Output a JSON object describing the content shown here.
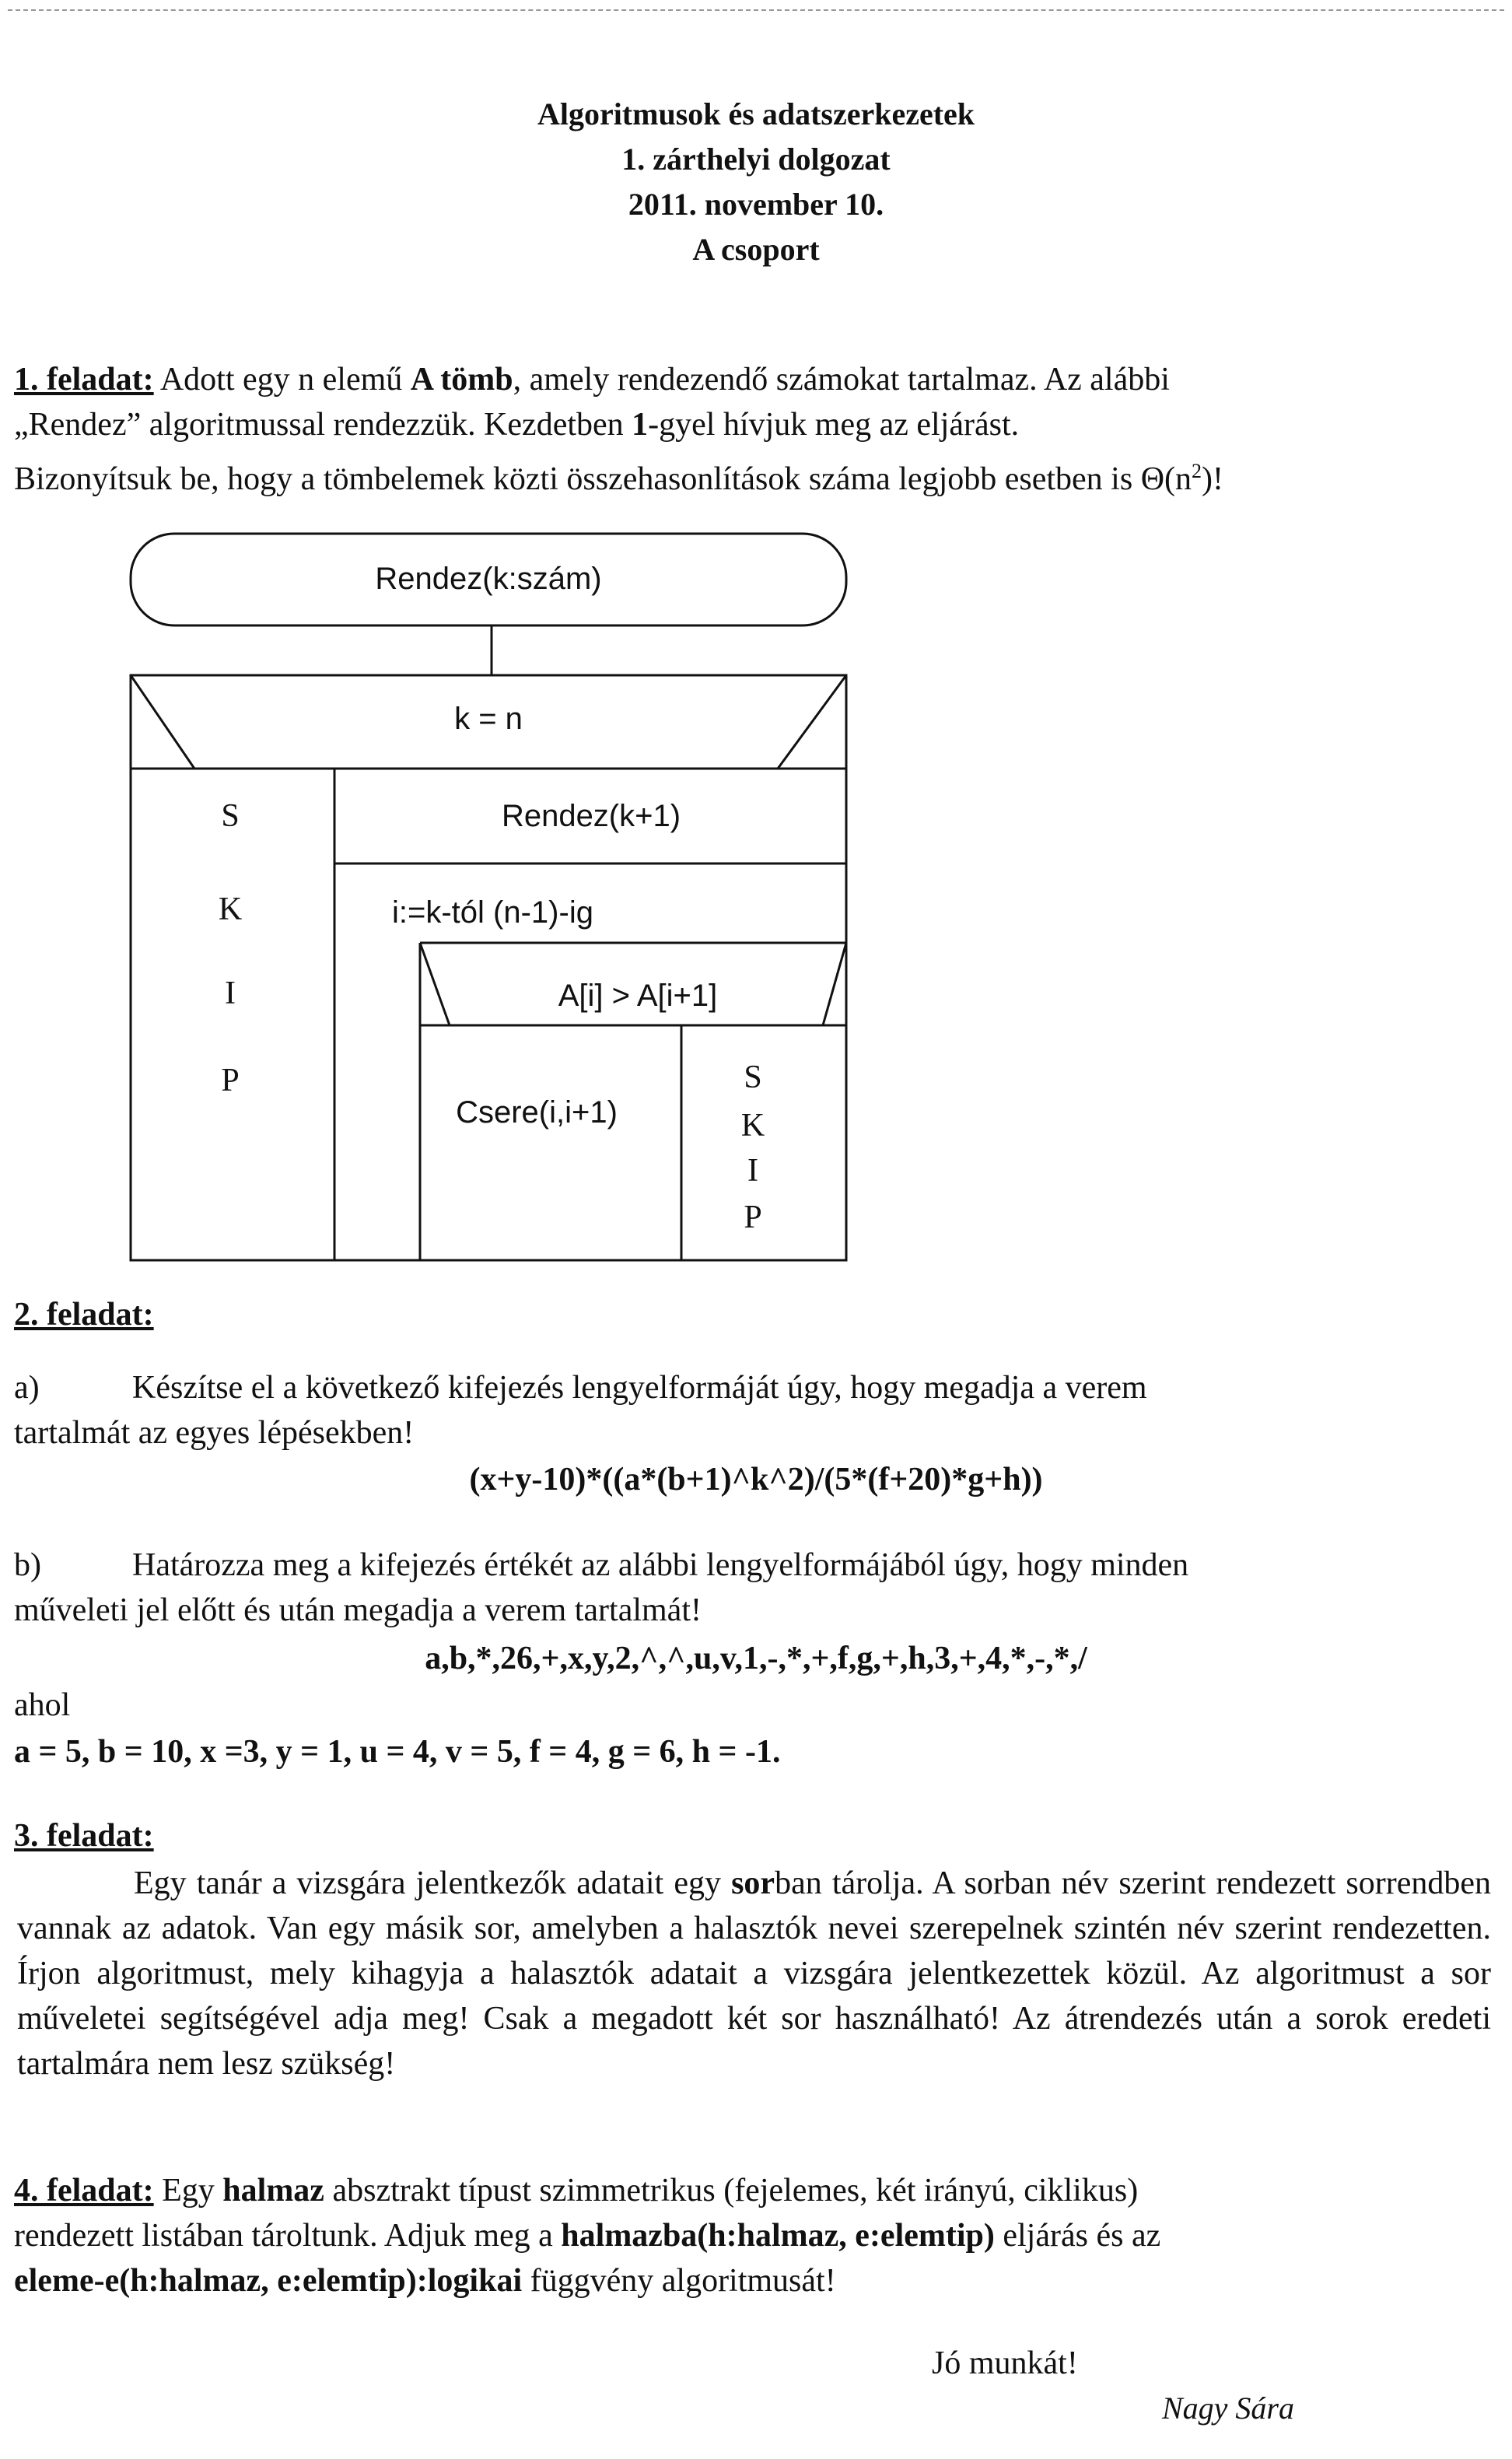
{
  "header": {
    "line1": "Algoritmusok és adatszerkezetek",
    "line2": "1. zárthelyi dolgozat",
    "line3": "2011. november 10.",
    "line4": "A csoport"
  },
  "task1": {
    "label": "1. feladat:",
    "l1_a": "Adott egy n elemű ",
    "l1_b": "A tömb",
    "l1_c": ", amely rendezendő számokat tartalmaz. Az alábbi",
    "l2_a": "„Rendez” algoritmussal rendezzük. Kezdetben ",
    "l2_b": "1",
    "l2_c": "-gyel hívjuk meg az eljárást.",
    "l3": "Bizonyítsuk be, hogy a tömbelemek közti összehasonlítások száma legjobb esetben is Θ(n",
    "l3_sup": "2",
    "l3_end": ")!"
  },
  "diagram": {
    "proc": "Rendez(k:szám)",
    "cond1": "k = n",
    "skip_s": "S",
    "skip_k": "K",
    "skip_i": "I",
    "skip_p": "P",
    "call": "Rendez(k+1)",
    "loop": "i:=k-tól (n-1)-ig",
    "cond2": "A[i] > A[i+1]",
    "swap": "Csere(i,i+1)",
    "skip2_s": "S",
    "skip2_k": "K",
    "skip2_i": "I",
    "skip2_p": "P"
  },
  "task2": {
    "label": "2. feladat:",
    "a_label": "a)",
    "a_l1": "Készítse el a következő kifejezés lengyelformáját úgy, hogy megadja a verem",
    "a_l2": "tartalmát az egyes lépésekben!",
    "a_expr": "(x+y-10)*((a*(b+1)^k^2)/(5*(f+20)*g+h))",
    "b_label": "b)",
    "b_l1": "Határozza meg a kifejezés értékét az alábbi lengyelformájából úgy, hogy minden",
    "b_l2": "műveleti jel előtt és után megadja a verem tartalmát!",
    "b_expr": "a,b,*,26,+,x,y,2,^,^,u,v,1,-,*,+,f,g,+,h,3,+,4,*,-,*,/",
    "ahol": "ahol",
    "values": "a = 5,  b = 10,  x =3,  y = 1,  u = 4,  v = 5,  f = 4,  g = 6,  h = -1."
  },
  "task3": {
    "label": "3. feladat:",
    "text_a": "Egy tanár a vizsgára jelentkezők adatait egy ",
    "text_b": "sor",
    "text_c": "ban tárolja. A sorban név szerint rendezett sorrendben vannak az adatok. Van egy másik sor, amelyben a halasztók nevei szerepelnek szintén név szerint rendezetten. Írjon algoritmust, mely kihagyja a halasztók adatait a vizsgára jelentkezettek közül. Az algoritmust a sor műveletei segítségével adja meg! Csak a megadott két sor használható! Az átrendezés után a sorok eredeti tartalmára nem lesz szükség!"
  },
  "task4": {
    "label": "4. feladat:",
    "t1": " Egy ",
    "t2": "halmaz",
    "t3": " absztrakt típust szimmetrikus (fejelemes, két irányú, ciklikus)",
    "t4": "rendezett listában tároltunk. Adjuk meg a ",
    "t5": "halmazba(h:halmaz, e:elemtip)",
    "t6": " eljárás és az",
    "t7": "eleme-e(h:halmaz, e:elemtip):logikai",
    "t8": " függvény algoritmusát!"
  },
  "closing": "Jó munkát!",
  "signature": "Nagy Sára"
}
